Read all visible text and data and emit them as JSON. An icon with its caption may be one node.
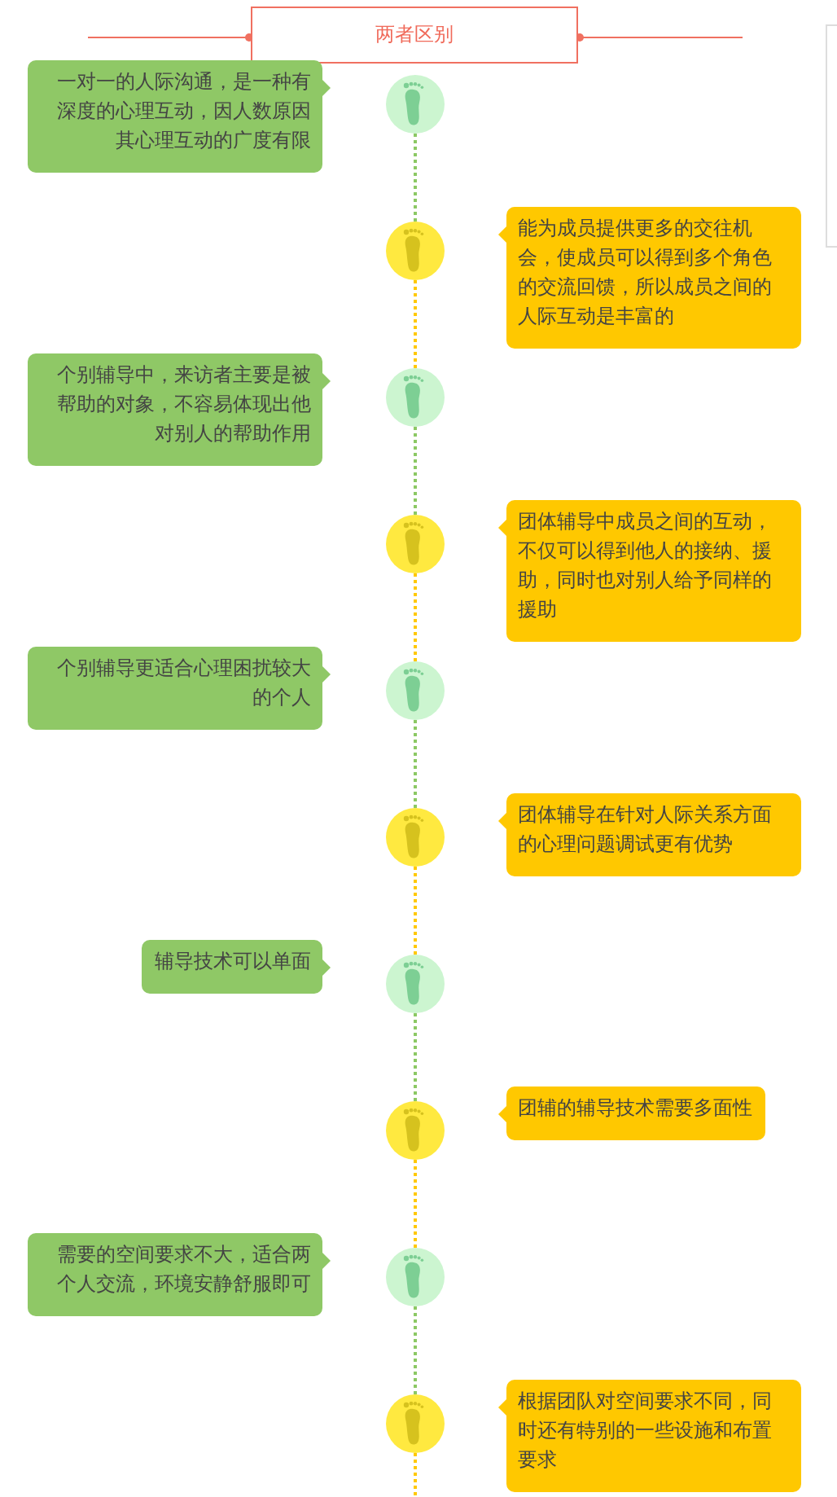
{
  "diagram": {
    "title": "两者区别",
    "nodes": [
      {
        "text": [
          "一对一的人际沟通，是一种有深度的心理互动，因人数原因其心理互动的广度有限"
        ]
      },
      {
        "text": [],
        "shape": "circle"
      },
      {
        "text": [
          "能为成员提供更多的交往机会，使成员可以得到多个角色的交流回馈，所以成员之间的人际互动是丰富的"
        ]
      },
      {
        "text": [],
        "shape": "circle"
      },
      {
        "text": [
          "个别辅导中，来访者主要是被帮助的对象，不容易体现出他对别人的帮助作用"
        ]
      },
      {
        "text": [],
        "shape": "circle"
      },
      {
        "text": [
          "团体辅导中成员之间的互动，不仅可以得到他人的接纳、援助，同时也对别人给予同样的援助"
        ]
      },
      {
        "text": [],
        "shape": "circle"
      },
      {
        "text": [
          "个别辅导更适合心理困扰较大的个人"
        ]
      },
      {
        "text": [],
        "shape": "circle"
      },
      {
        "text": [
          "团体辅导在针对人际关系方面的心理问题调试更有优势"
        ]
      },
      {
        "text": [],
        "shape": "circle"
      },
      {
        "text": [
          "辅导技术可以单面"
        ]
      },
      {
        "text": [],
        "shape": "circle"
      },
      {
        "text": [
          "团辅的辅导技术需要多面性"
        ]
      },
      {
        "text": [],
        "shape": "circle"
      },
      {
        "text": [
          "需要的空间要求不大，适合两个人交流，环境安静舒服即可"
        ]
      },
      {
        "text": [],
        "shape": "circle"
      },
      {
        "text": [
          "根据团队对空间要求不同，同时还有特别的一些设施和布置要求"
        ]
      },
      {
        "text": [],
        "shape": "circle"
      }
    ],
    "edges": [
      {
        "from": 1,
        "to": 3,
        "arrow": "none",
        "style": "dashed",
        "color": "#8cc864"
      },
      {
        "from": 3,
        "to": 5,
        "arrow": "none",
        "style": "dashed",
        "color": "#ffc800"
      },
      {
        "from": 5,
        "to": 7,
        "arrow": "none",
        "style": "dashed",
        "color": "#8cc864"
      },
      {
        "from": 7,
        "to": 9,
        "arrow": "none",
        "style": "dashed",
        "color": "#ffc800"
      },
      {
        "from": 9,
        "to": 11,
        "arrow": "none",
        "style": "dashed",
        "color": "#8cc864"
      },
      {
        "from": 11,
        "to": 13,
        "arrow": "none",
        "style": "dashed",
        "color": "#ffc800"
      },
      {
        "from": 13,
        "to": 15,
        "arrow": "none",
        "style": "dashed",
        "color": "#8cc864"
      },
      {
        "from": 15,
        "to": 17,
        "arrow": "none",
        "style": "dashed",
        "color": "#ffc800"
      },
      {
        "from": 17,
        "to": 19,
        "arrow": "none",
        "style": "dashed",
        "color": "#8cc864"
      },
      {
        "from": 19,
        "to": null,
        "arrow": "none",
        "style": "dashed",
        "color": "#ffc800"
      }
    ]
  }
}
